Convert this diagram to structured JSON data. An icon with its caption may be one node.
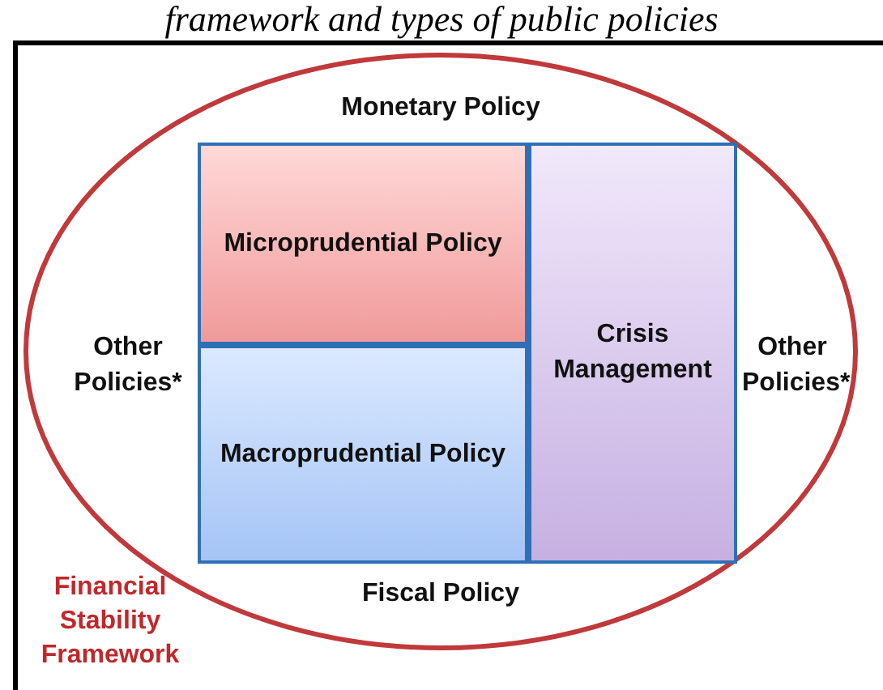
{
  "diagram": {
    "title": "framework and types of public policies",
    "nodes": [
      {
        "text": [
          "Monetary Policy",
          "Other Policies*",
          "Other Policies*",
          "Fiscal Policy"
        ],
        "beside": [
          "Financial Stability Framework"
        ]
      },
      {
        "text": [
          "Microprudential Policy"
        ],
        "in": 0
      },
      {
        "text": [
          "Crisis Management"
        ],
        "in": 0
      },
      {
        "text": [
          "Macroprudential Policy"
        ],
        "in": 0
      }
    ],
    "edges": []
  }
}
